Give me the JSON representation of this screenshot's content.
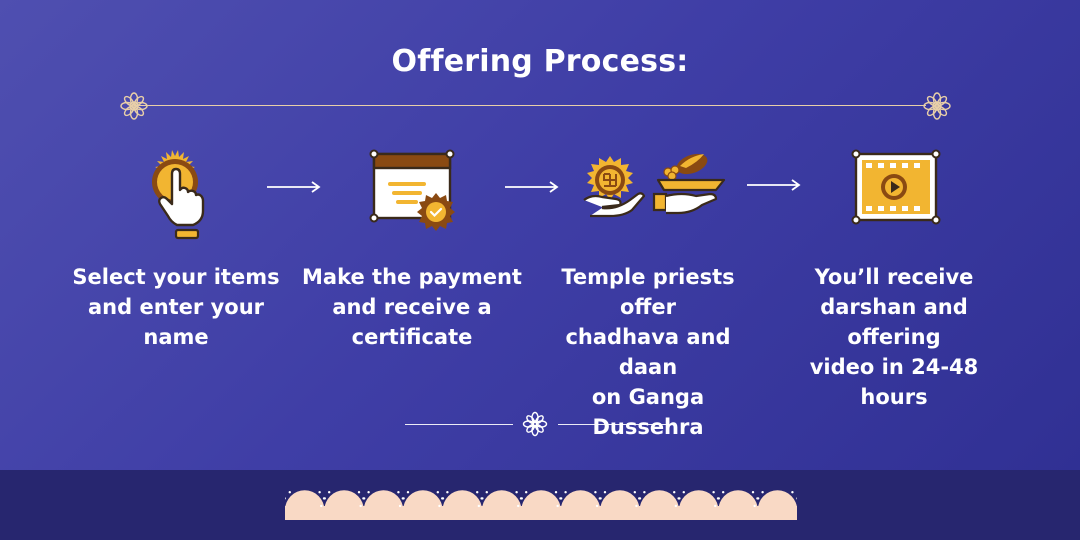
{
  "title": "Offering Process:",
  "steps": [
    {
      "icon": "tap-hand-icon",
      "text_line1": "Select your items",
      "text_line2": "and enter your",
      "text_line3": "name"
    },
    {
      "icon": "certificate-icon",
      "text_line1": "Make the payment",
      "text_line2": "and receive a",
      "text_line3": "certificate"
    },
    {
      "icon": "offering-hands-icon",
      "text_line1": "Temple priests offer",
      "text_line2": "chadhava and daan",
      "text_line3": "on Ganga Dussehra"
    },
    {
      "icon": "video-play-icon",
      "text_line1": "You’ll receive",
      "text_line2": "darshan and offering",
      "text_line3": "video in 24-48 hours"
    }
  ],
  "colors": {
    "background": "#3f3ea6",
    "accent_gold": "#f2b531",
    "accent_brown": "#8a4a12",
    "cream": "#f9d9c5",
    "rule": "#e8cfa8"
  }
}
